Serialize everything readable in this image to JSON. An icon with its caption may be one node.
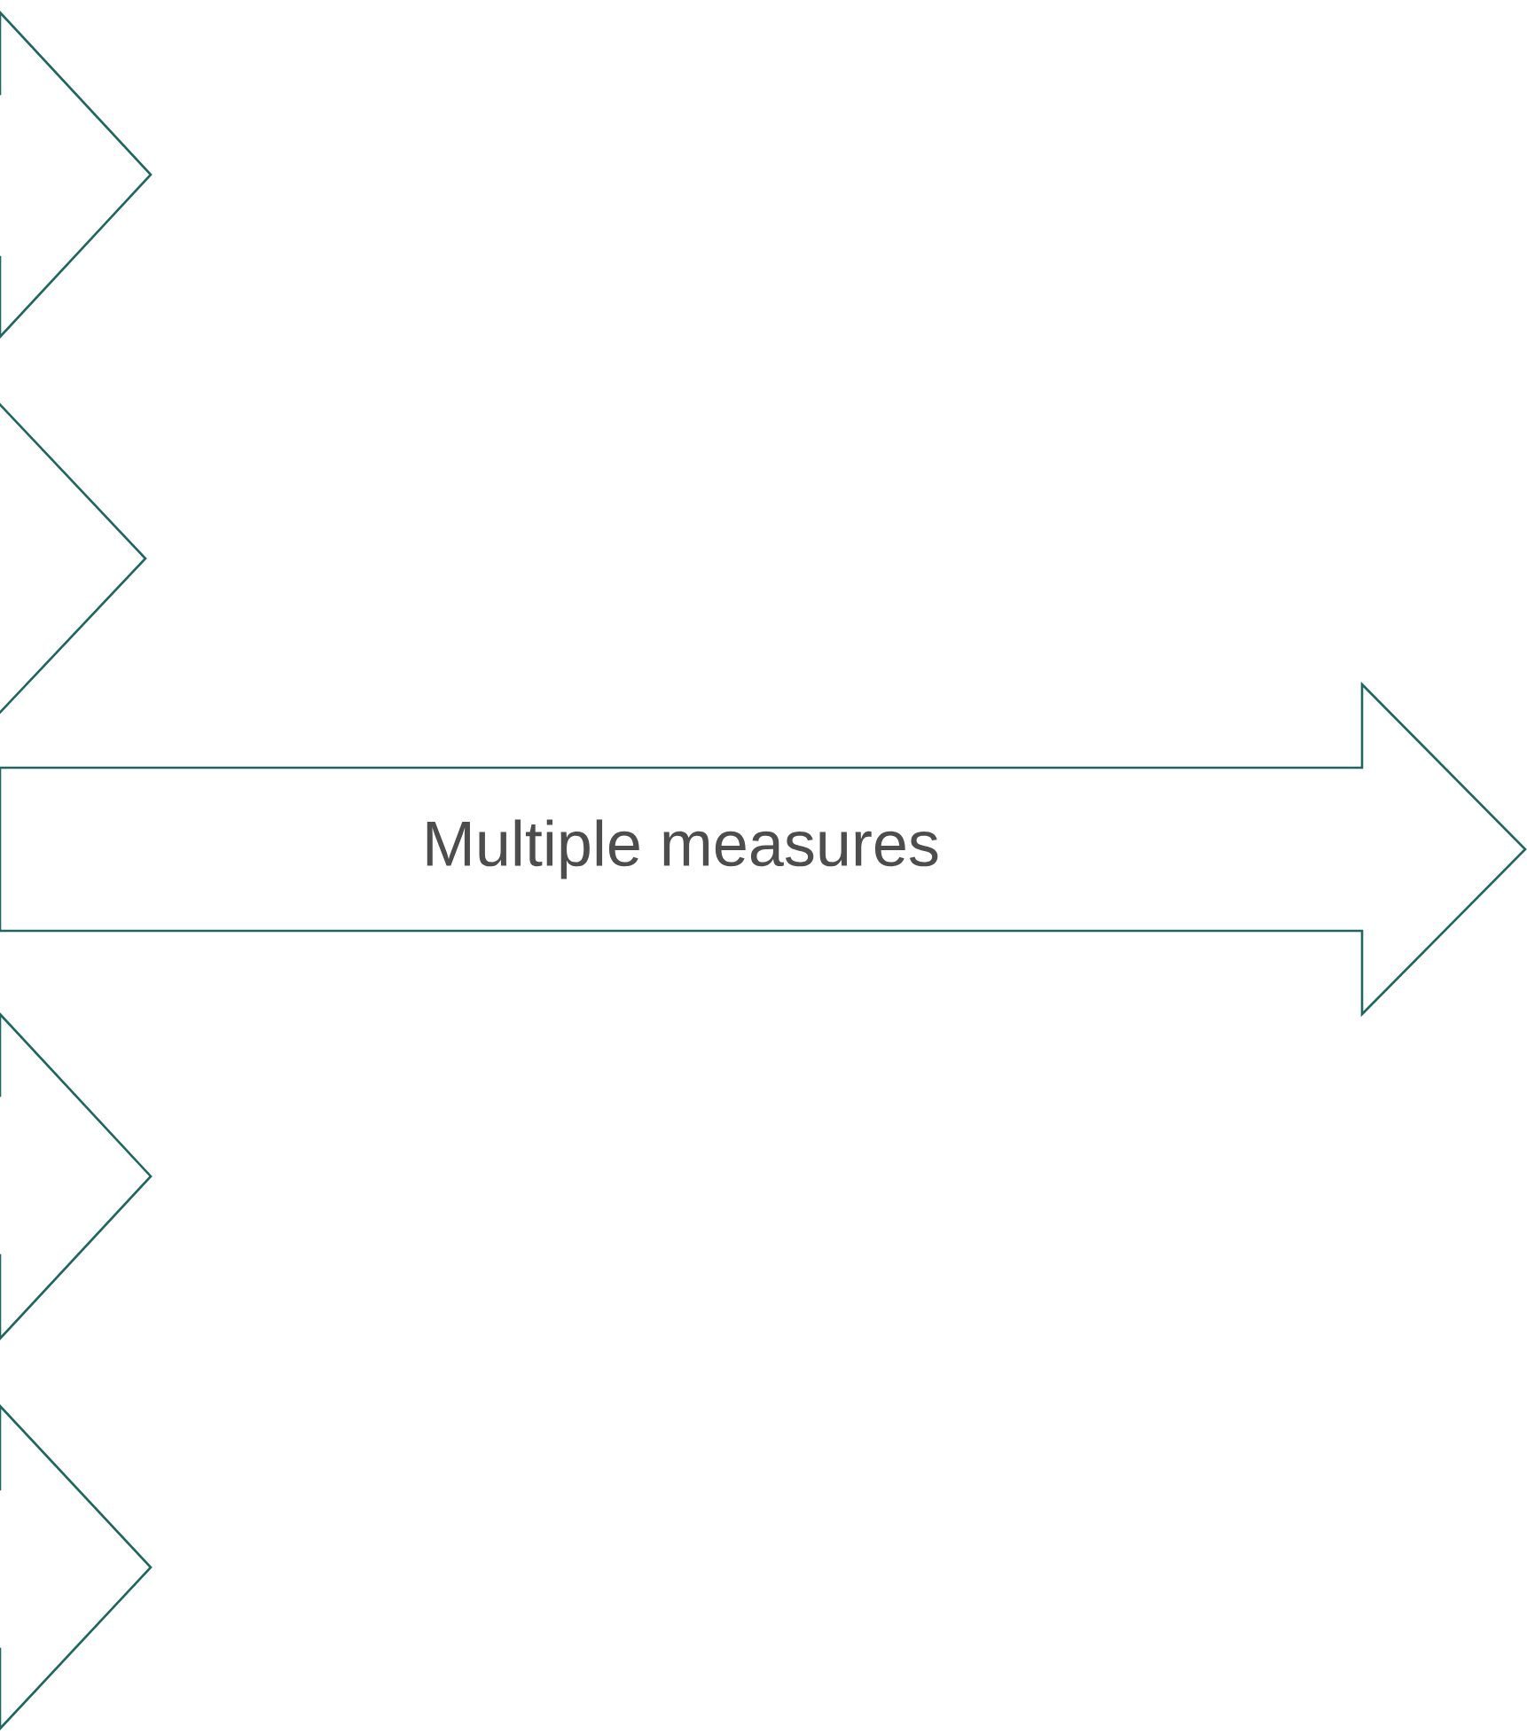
{
  "diagram": {
    "nodes": [
      {
        "text": [],
        "shape": "arrow"
      },
      {
        "text": [],
        "shape": "arrow"
      },
      {
        "text": [
          "Multiple measures"
        ]
      },
      {
        "text": [],
        "shape": "arrow"
      },
      {
        "text": [],
        "shape": "arrow"
      }
    ]
  }
}
